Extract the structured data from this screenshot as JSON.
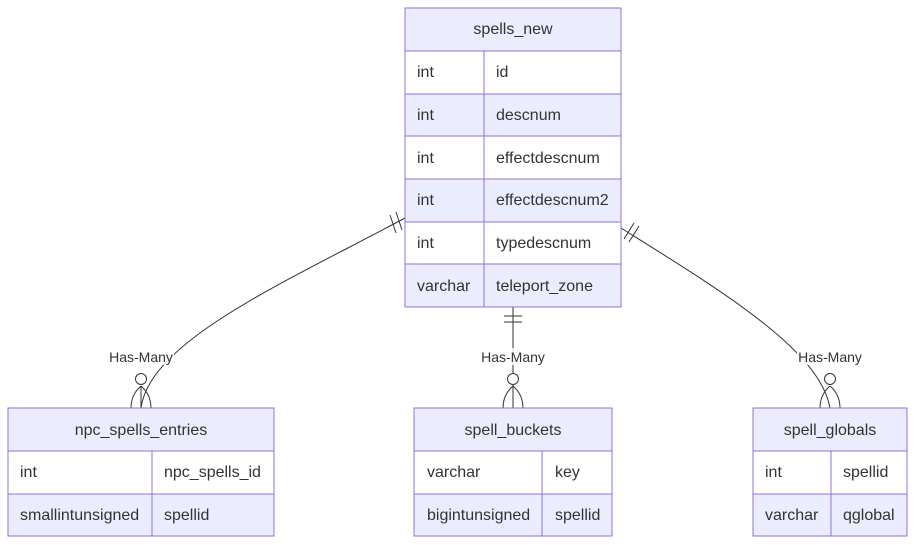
{
  "entities": {
    "spells_new": {
      "name": "spells_new",
      "attributes": [
        {
          "type": "int",
          "name": "id"
        },
        {
          "type": "int",
          "name": "descnum"
        },
        {
          "type": "int",
          "name": "effectdescnum"
        },
        {
          "type": "int",
          "name": "effectdescnum2"
        },
        {
          "type": "int",
          "name": "typedescnum"
        },
        {
          "type": "varchar",
          "name": "teleport_zone"
        }
      ]
    },
    "npc_spells_entries": {
      "name": "npc_spells_entries",
      "attributes": [
        {
          "type": "int",
          "name": "npc_spells_id"
        },
        {
          "type": "smallintunsigned",
          "name": "spellid"
        }
      ]
    },
    "spell_buckets": {
      "name": "spell_buckets",
      "attributes": [
        {
          "type": "varchar",
          "name": "key"
        },
        {
          "type": "bigintunsigned",
          "name": "spellid"
        }
      ]
    },
    "spell_globals": {
      "name": "spell_globals",
      "attributes": [
        {
          "type": "int",
          "name": "spellid"
        },
        {
          "type": "varchar",
          "name": "qglobal"
        }
      ]
    }
  },
  "relationships": [
    {
      "from": "spells_new",
      "to": "npc_spells_entries",
      "label": "Has-Many",
      "from_cardinality": "exactly-one",
      "to_cardinality": "zero-or-many"
    },
    {
      "from": "spells_new",
      "to": "spell_buckets",
      "label": "Has-Many",
      "from_cardinality": "exactly-one",
      "to_cardinality": "zero-or-many"
    },
    {
      "from": "spells_new",
      "to": "spell_globals",
      "label": "Has-Many",
      "from_cardinality": "exactly-one",
      "to_cardinality": "zero-or-many"
    }
  ],
  "colors": {
    "header_fill": "#ECECFF",
    "row_even_fill": "#ECECFF",
    "row_odd_fill": "#FFFFFF",
    "border": "#9370DB",
    "line": "#333333",
    "text": "#333333"
  }
}
